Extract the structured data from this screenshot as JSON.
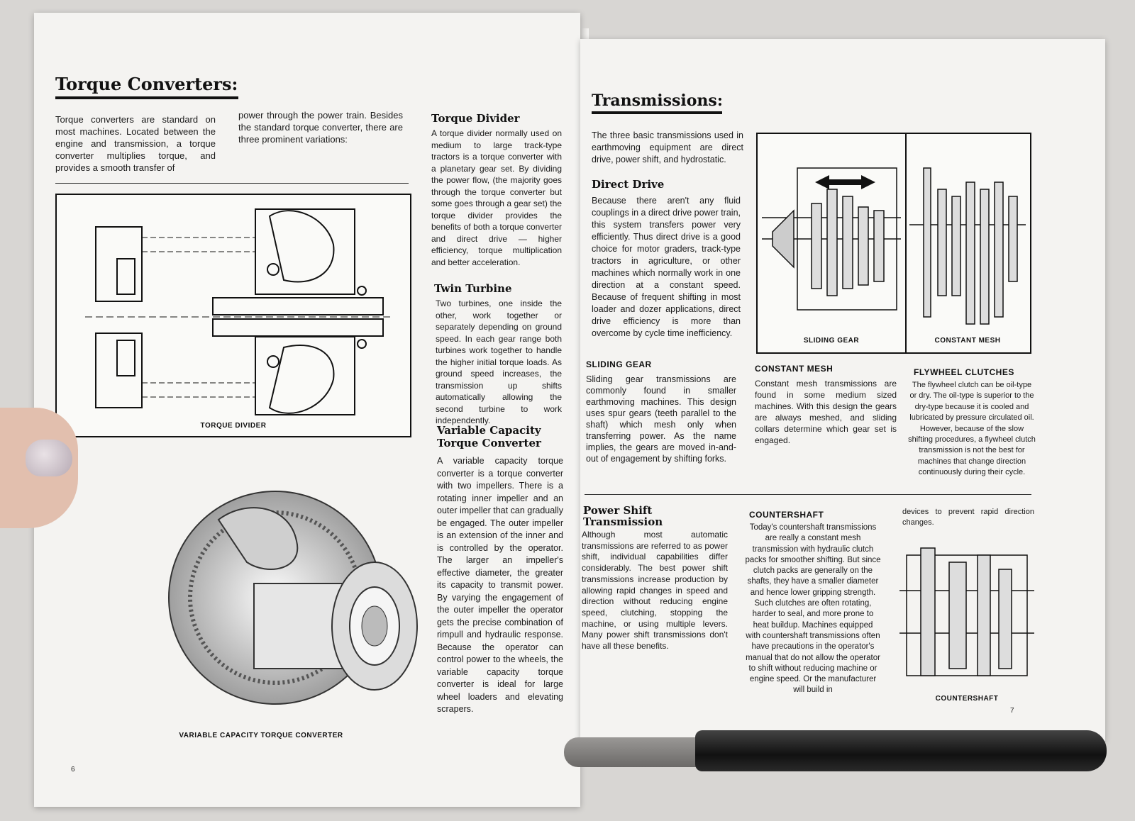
{
  "left": {
    "title": "Torque Converters:",
    "intro_col1": "Torque converters are standard on most machines. Located between the engine and transmission, a torque converter multiplies torque, and provides a smooth transfer of",
    "intro_col2": "power through the power train. Besides the standard torque converter, there are three prominent variations:",
    "torque_divider_heading": "Torque Divider",
    "torque_divider_text": "A torque divider normally used on medium to large track-type tractors is a torque converter with a planetary gear set. By dividing the power flow, (the majority goes through the torque converter but some goes through a gear set) the torque divider provides the benefits of both a torque converter and direct drive — higher efficiency, torque multiplication and better acceleration.",
    "twin_turbine_heading": "Twin Turbine",
    "twin_turbine_text": "Two turbines, one inside the other, work together or separately depending on ground speed. In each gear range both turbines work together to handle the higher initial torque loads. As ground speed increases, the transmission up shifts automatically allowing the second turbine to work independently.",
    "variable_heading_1": "Variable Capacity",
    "variable_heading_2": "Torque Converter",
    "variable_text": "A variable capacity torque converter is a torque converter with two impellers. There is a rotating inner impeller and an outer impeller that can gradually be engaged. The outer impeller is an extension of the inner and is controlled by the operator. The larger an impeller's effective diameter, the greater its capacity to transmit power. By varying the engagement of the outer impeller the operator gets the precise combination of rimpull and hydraulic response. Because the operator can control power to the wheels, the variable capacity torque converter is ideal for large wheel loaders and elevating scrapers.",
    "fig1_caption": "TORQUE DIVIDER",
    "fig2_caption": "VARIABLE CAPACITY TORQUE CONVERTER",
    "page_number": "6"
  },
  "right": {
    "title": "Transmissions:",
    "intro": "The three basic transmissions used in earthmoving equipment are direct drive, power shift, and hydrostatic.",
    "direct_drive_heading": "Direct Drive",
    "direct_drive_text": "Because there aren't any fluid couplings in a direct drive power train, this system transfers power very efficiently. Thus direct drive is a good choice for motor graders, track-type tractors in agriculture, or other machines which normally work in one direction at a constant speed. Because of frequent shifting in most loader and dozer applications, direct drive efficiency is more than overcome by cycle time inefficiency.",
    "fig_sliding_caption": "SLIDING GEAR",
    "fig_constant_caption": "CONSTANT MESH",
    "sliding_heading": "SLIDING GEAR",
    "sliding_text": "Sliding gear transmissions are commonly found in smaller earthmoving machines. This design uses spur gears (teeth parallel to the shaft) which mesh only when transferring power. As the name implies, the gears are moved in-and-out of engagement by shifting forks.",
    "constant_heading": "CONSTANT MESH",
    "constant_text": "Constant mesh transmissions are found in some medium sized machines. With this design the gears are always meshed, and sliding collars determine which gear set is engaged.",
    "flywheel_heading": "FLYWHEEL CLUTCHES",
    "flywheel_text": "The flywheel clutch can be oil-type or dry. The oil-type is superior to the dry-type because it is cooled and lubricated by pressure circulated oil. However, because of the slow shifting procedures, a flywheel clutch transmission is not the best for machines that change direction continuously during their cycle.",
    "power_shift_heading_1": "Power Shift",
    "power_shift_heading_2": "Transmission",
    "power_shift_text": "Although most automatic transmissions are referred to as power shift, individual capabilities differ considerably. The best power shift transmissions increase production by allowing rapid changes in speed and direction without reducing engine speed, clutching, stopping the machine, or using multiple levers. Many power shift transmissions don't have all these benefits.",
    "countershaft_heading": "COUNTERSHAFT",
    "countershaft_text": "Today's countershaft transmissions are really a constant mesh transmission with hydraulic clutch packs for smoother shifting. But since clutch packs are generally on the shafts, they have a smaller diameter and hence lower gripping strength. Such clutches are often rotating, harder to seal, and more prone to heat buildup. Machines equipped with countershaft transmissions often have precautions in the operator's manual that do not allow the operator to shift without reducing machine or engine speed. Or the manufacturer will build in",
    "countershaft_cont": "devices to prevent rapid direction changes.",
    "fig_countershaft_caption": "COUNTERSHAFT",
    "page_number": "7"
  }
}
